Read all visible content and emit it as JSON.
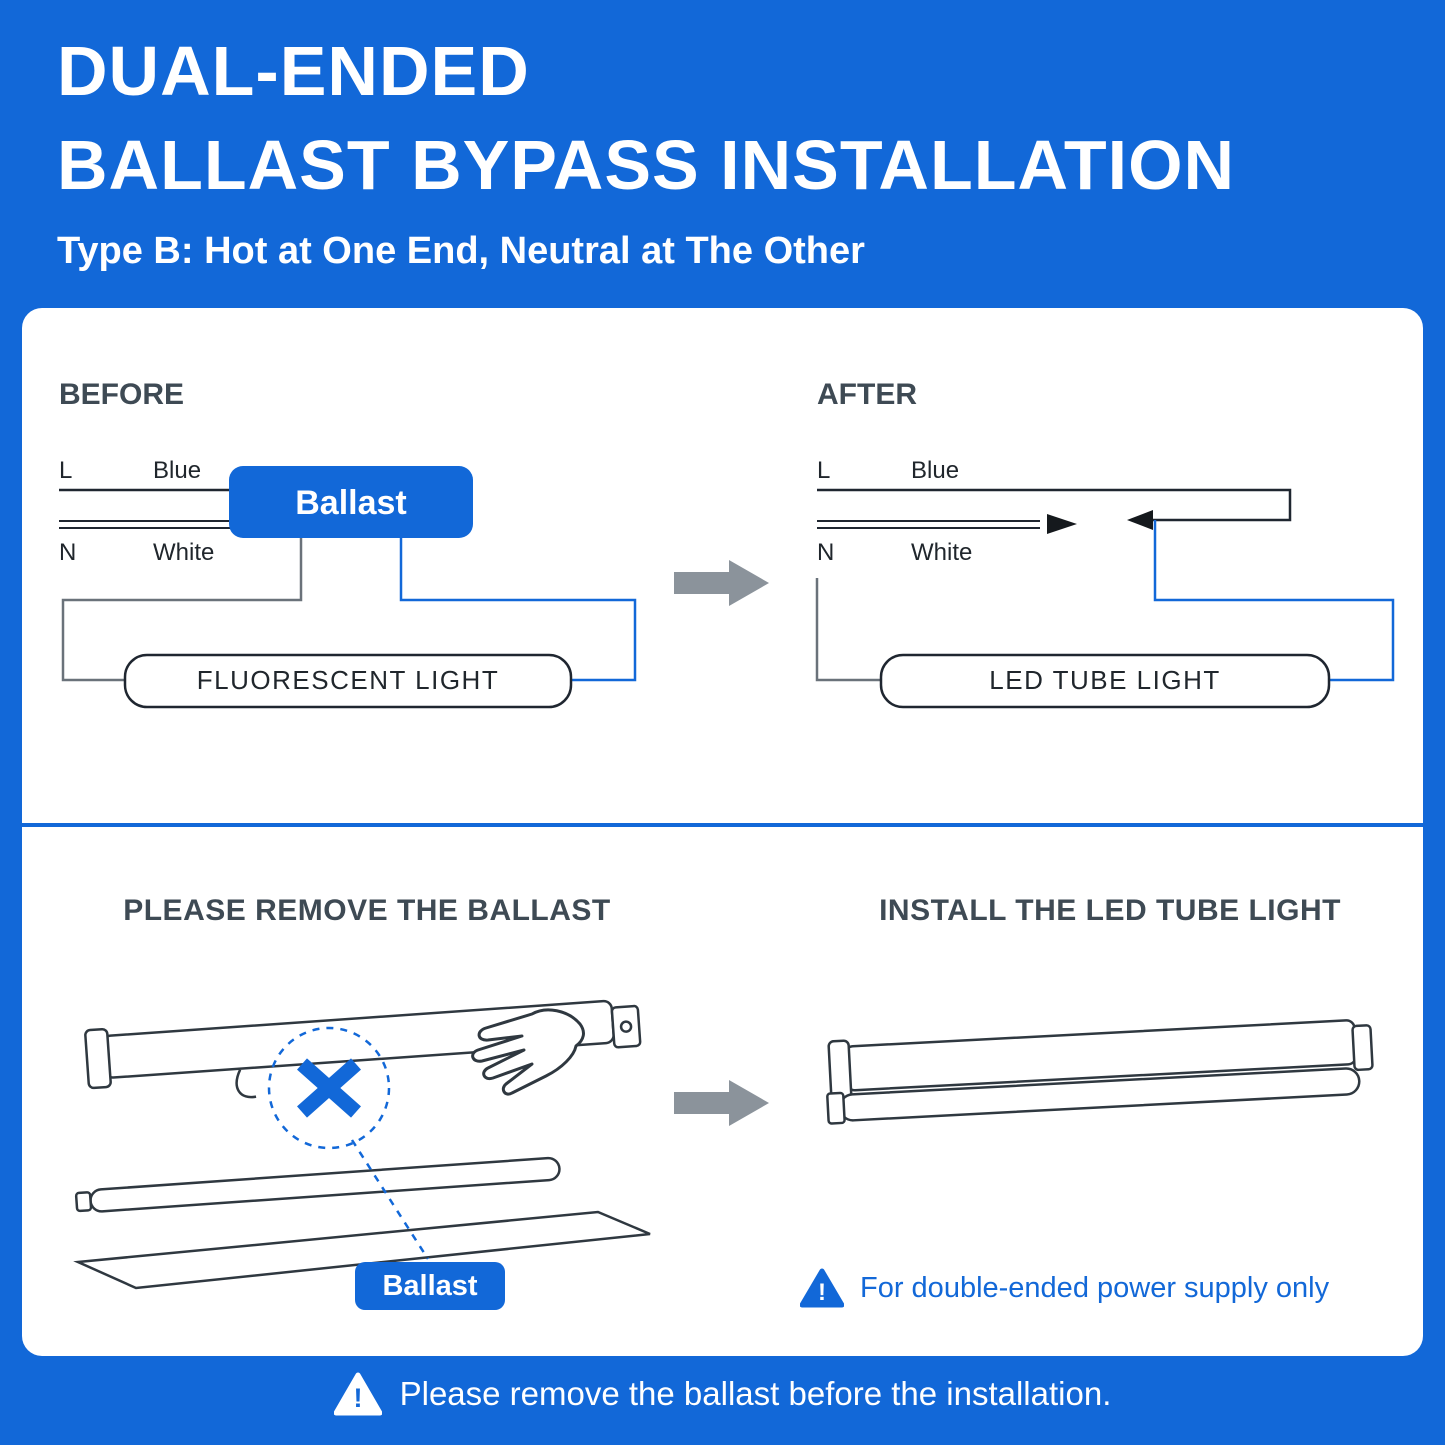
{
  "header": {
    "title_line1": "DUAL-ENDED",
    "title_line2": "BALLAST BYPASS INSTALLATION",
    "subtitle": "Type B: Hot at One End, Neutral at The Other"
  },
  "diagrams": {
    "before": {
      "title": "BEFORE",
      "line_label": "L",
      "line_wire": "Blue",
      "neutral_label": "N",
      "neutral_wire": "White",
      "ballast": "Ballast",
      "tube": "FLUORESCENT LIGHT"
    },
    "after": {
      "title": "AFTER",
      "line_label": "L",
      "line_wire": "Blue",
      "neutral_label": "N",
      "neutral_wire": "White",
      "tube": "LED TUBE LIGHT"
    }
  },
  "steps": {
    "remove_heading": "PLEASE REMOVE THE BALLAST",
    "install_heading": "INSTALL THE LED TUBE LIGHT",
    "ballast_tag": "Ballast",
    "install_note": "For double-ended power supply only",
    "warning_mark": "!"
  },
  "footer": {
    "warning_mark": "!",
    "text": "Please remove the ballast before the installation."
  },
  "colors": {
    "background": "#1268D8",
    "accent": "#1268D8",
    "panel": "#FFFFFF",
    "heading_gray": "#3E4A54",
    "arrow_gray": "#8B939B",
    "line_dark": "#1F2630"
  }
}
